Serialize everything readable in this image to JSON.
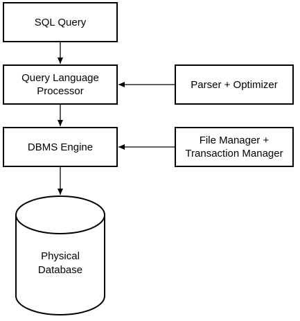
{
  "diagram": {
    "nodes": {
      "sql_query": {
        "label": "SQL Query"
      },
      "query_language_processor": {
        "label": "Query Language\nProcessor"
      },
      "dbms_engine": {
        "label": "DBMS Engine"
      },
      "parser_optimizer": {
        "label": "Parser + Optimizer"
      },
      "file_transaction_manager": {
        "label": "File Manager +\nTransaction Manager"
      },
      "physical_database": {
        "label": "Physical\nDatabase",
        "shape": "cylinder"
      }
    },
    "edges": [
      {
        "from": "sql_query",
        "to": "query_language_processor"
      },
      {
        "from": "parser_optimizer",
        "to": "query_language_processor"
      },
      {
        "from": "query_language_processor",
        "to": "dbms_engine"
      },
      {
        "from": "file_transaction_manager",
        "to": "dbms_engine"
      },
      {
        "from": "dbms_engine",
        "to": "physical_database"
      }
    ],
    "colors": {
      "stroke": "#000000",
      "fill": "#ffffff",
      "text": "#000000"
    }
  }
}
